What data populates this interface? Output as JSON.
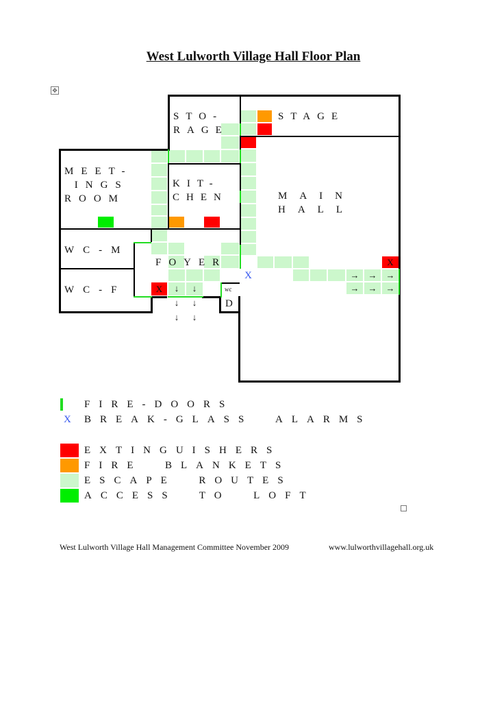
{
  "title": "West Lulworth Village Hall Floor Plan",
  "rooms": {
    "storage": [
      "STO-",
      "RAGE"
    ],
    "stage": "STAGE",
    "meeting": [
      "MEET-",
      " INGS",
      "ROOM"
    ],
    "kitchen": [
      "KIT-",
      "CHEN"
    ],
    "main_hall": [
      "MAIN",
      "HALL"
    ],
    "wc_m": "WC-M",
    "wc_f": "WC-F",
    "foyer": "FOYER",
    "wc_d_small": "wc",
    "wc_d": "D"
  },
  "symbols": {
    "alarm": "X",
    "arrow_right": "→",
    "arrow_down": "↓"
  },
  "legend": [
    {
      "label": "FIRE-DOORS",
      "marker": "green-bar",
      "color": "#22dd22"
    },
    {
      "label": "BREAK-GLASS  ALARMS",
      "marker": "X",
      "color": "#3355ee"
    },
    {
      "label": "EXTINGUISHERS",
      "marker": "swatch",
      "color": "#ff0000"
    },
    {
      "label": "FIRE  BLANKETS",
      "marker": "swatch",
      "color": "#ff9900"
    },
    {
      "label": "ESCAPE  ROUTES",
      "marker": "swatch",
      "color": "#ccf7cc"
    },
    {
      "label": "ACCESS  TO  LOFT",
      "marker": "swatch",
      "color": "#00ee00"
    }
  ],
  "footer": {
    "left": "West Lulworth Village Hall Management Committee November 2009",
    "right": "www.lulworthvillagehall.org.uk"
  }
}
